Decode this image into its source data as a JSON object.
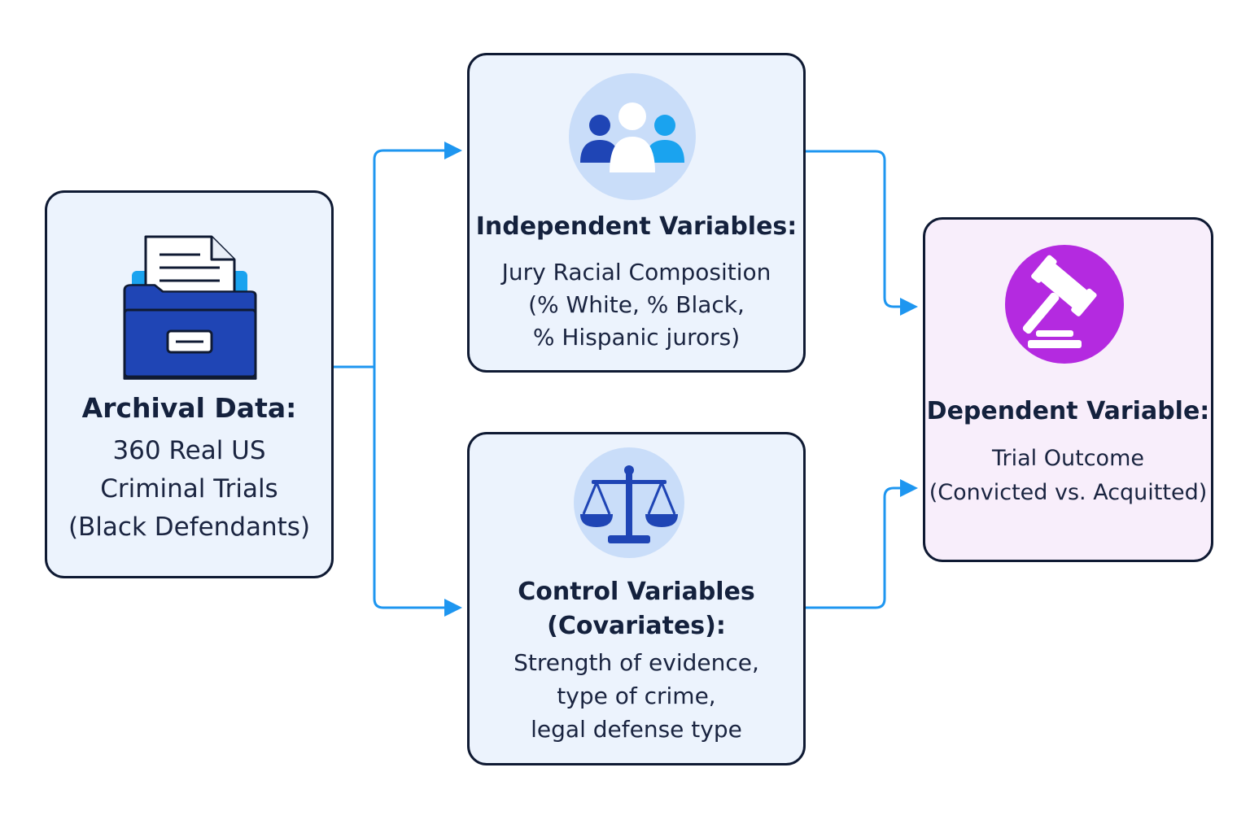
{
  "colors": {
    "connector": "#1e96f0",
    "box_border": "#0f1a33",
    "box_fill": "#ecf3fd",
    "dv_fill": "#f8eefb",
    "accent_blue": "#1f45b5",
    "accent_sky": "#1aa3ef",
    "accent_purple": "#b42ae0"
  },
  "archival": {
    "icon": "file-drawer-icon",
    "title": "Archival Data:",
    "lines": [
      "360 Real US",
      "Criminal Trials",
      "(Black Defendants)"
    ]
  },
  "independent": {
    "icon": "people-group-icon",
    "title": "Independent Variables:",
    "lines": [
      "Jury Racial Composition",
      "(% White, % Black,",
      "% Hispanic jurors)"
    ]
  },
  "control": {
    "icon": "scales-of-justice-icon",
    "title_lines": [
      "Control Variables",
      "(Covariates):"
    ],
    "lines": [
      "Strength of evidence,",
      "type of crime,",
      "legal defense type"
    ]
  },
  "dependent": {
    "icon": "gavel-icon",
    "title": "Dependent Variable:",
    "lines": [
      "Trial Outcome",
      "(Convicted vs. Acquitted)"
    ]
  }
}
